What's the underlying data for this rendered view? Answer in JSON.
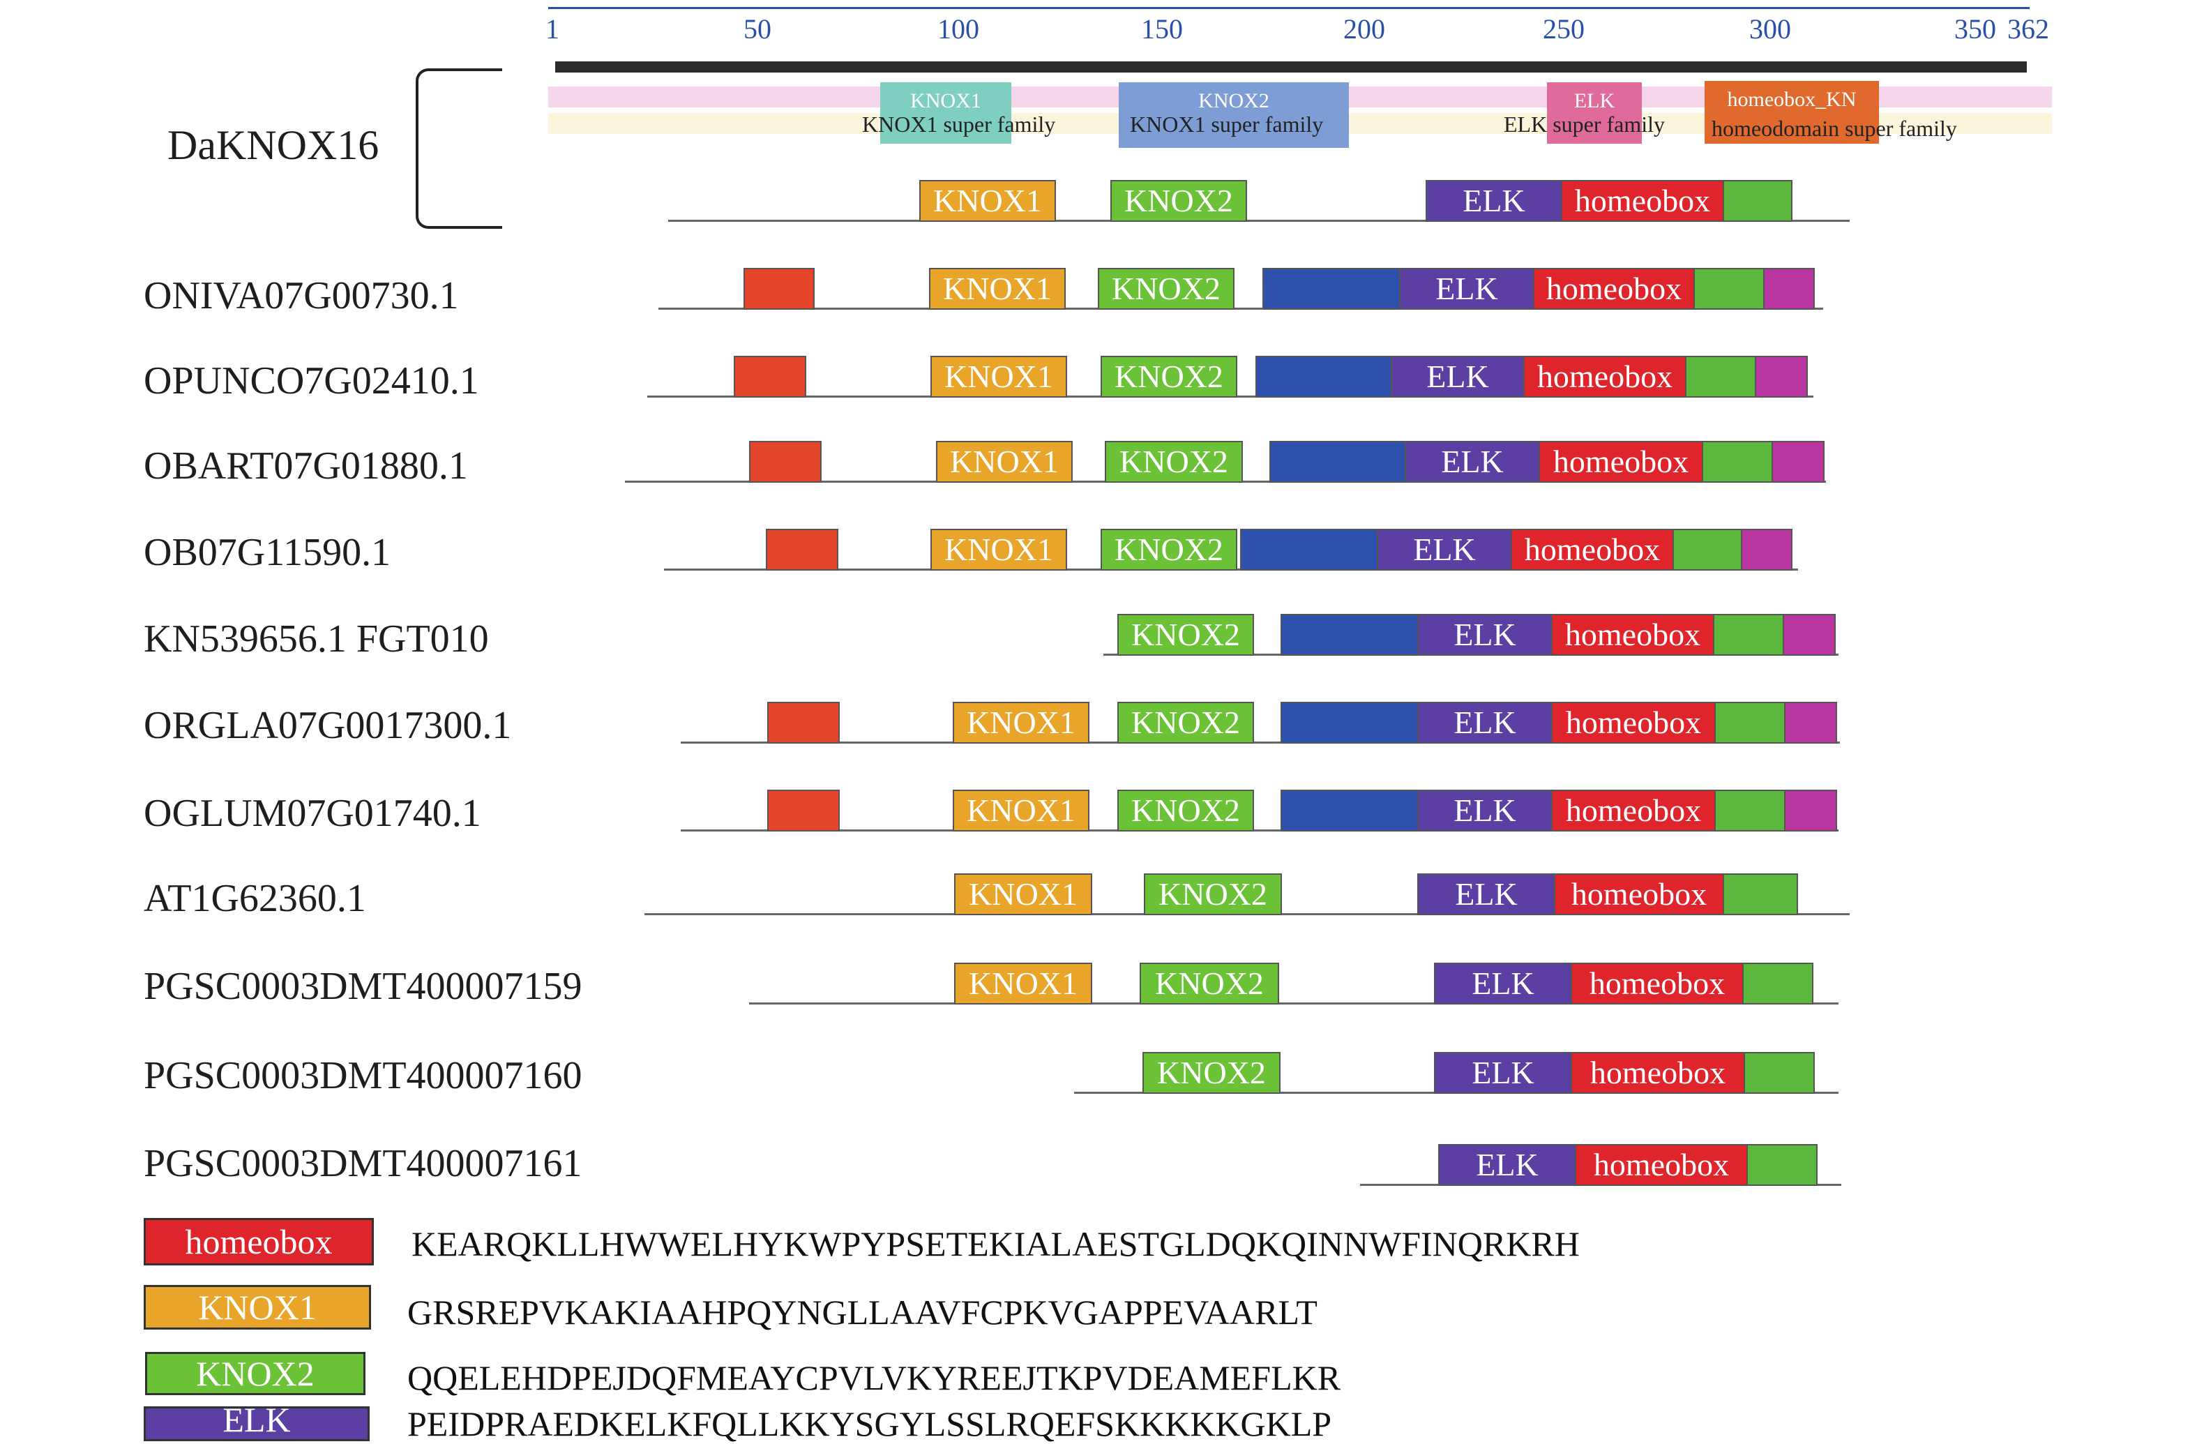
{
  "colors": {
    "homeobox": "#e0242c",
    "KNOX1": "#e8a52a",
    "KNOX2": "#6cc236",
    "ELK": "#5b3fa3",
    "blue": "#2d51ad",
    "red_orange": "#e2452a",
    "green": "#5cb83c",
    "magenta": "#b9359f"
  },
  "ruler": {
    "ticks": [
      "1",
      "50",
      "100",
      "150",
      "200",
      "250",
      "300",
      "350",
      "362"
    ]
  },
  "reference": {
    "name": "DaKNOX16",
    "annotations": [
      {
        "label": "KNOX1",
        "sub": "KNOX1 super family",
        "color": "#7ecfbf"
      },
      {
        "label": "KNOX2",
        "sub": "KNOX1 super family",
        "color": "#7f9dd5"
      },
      {
        "label": "ELK",
        "sub": "ELK super family",
        "color": "#e06a9a"
      },
      {
        "label": "homeobox_KN",
        "sub": "homeodomain super family",
        "color": "#e0692e"
      }
    ]
  },
  "genes": [
    {
      "name": "DaKNOX16"
    },
    {
      "name": "ONIVA07G00730.1"
    },
    {
      "name": "OPUNCO7G02410.1"
    },
    {
      "name": "OBART07G01880.1"
    },
    {
      "name": "OB07G11590.1"
    },
    {
      "name": "KN539656.1 FGT010"
    },
    {
      "name": "ORGLA07G0017300.1"
    },
    {
      "name": "OGLUM07G01740.1"
    },
    {
      "name": "AT1G62360.1"
    },
    {
      "name": "PGSC0003DMT400007159"
    },
    {
      "name": "PGSC0003DMT400007160"
    },
    {
      "name": "PGSC0003DMT400007161"
    }
  ],
  "domain_labels": {
    "KNOX1": "KNOX1",
    "KNOX2": "KNOX2",
    "ELK": "ELK",
    "homeobox": "homeobox"
  },
  "legend": [
    {
      "label": "homeobox",
      "sequence": "KEARQKLLHWWELHYKWPYPSETEKIALAESTGLDQKQINNWFINQRKRH",
      "color": "#e0242c"
    },
    {
      "label": "KNOX1",
      "sequence": "GRSREPVKAKIAAHPQYNGLLAAVFCPKVGAPPEVAARLT",
      "color": "#e8a52a"
    },
    {
      "label": "KNOX2",
      "sequence": "QQELEHDPEJDQFMEAYCPVLVKYREEJTKPVDEAMEFLKR",
      "color": "#6cc236"
    },
    {
      "label": "ELK",
      "sequence": "PEIDPRAEDKELKFQLLKKYSGYLSSLRQEFSKKKKKGKLP",
      "color": "#5b3fa3"
    }
  ]
}
